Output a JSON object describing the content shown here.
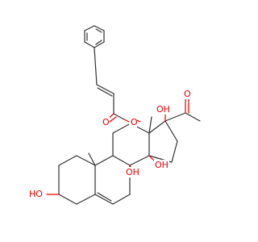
{
  "molecule": {
    "atom_labels": [
      {
        "id": "ester_o1",
        "text": "O"
      },
      {
        "id": "ester_o2",
        "text": "O"
      },
      {
        "id": "ketone_o",
        "text": "O"
      },
      {
        "id": "oh_c17",
        "text": "OH"
      },
      {
        "id": "oh_c14",
        "text": "OH"
      },
      {
        "id": "oh_c8",
        "text": "OH"
      },
      {
        "id": "oh_c3",
        "text": "HO"
      }
    ]
  },
  "colors": {
    "bond": "#303030",
    "oxygen": "#e00000"
  }
}
